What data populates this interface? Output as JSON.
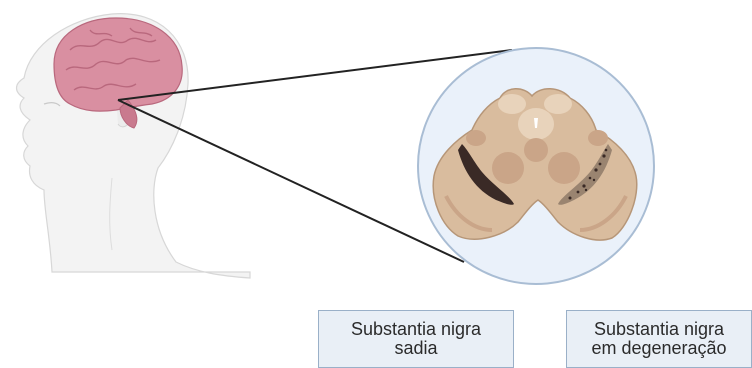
{
  "labels": {
    "healthy": {
      "line1": "Substantia nigra",
      "line2": "sadia"
    },
    "degenerating": {
      "line1": "Substantia nigra",
      "line2": "em degeneração"
    }
  },
  "colors": {
    "skin": "#f4f4f4",
    "skin_outline": "#d9d9d9",
    "brain": "#d98fa1",
    "brain_dark": "#b9687d",
    "circle_bg": "#eaf1fa",
    "circle_border": "#a9bdd4",
    "midbrain": "#d9bc9e",
    "midbrain_light": "#e8d3bb",
    "nigra": "#3a2a26",
    "connector": "#222222"
  }
}
